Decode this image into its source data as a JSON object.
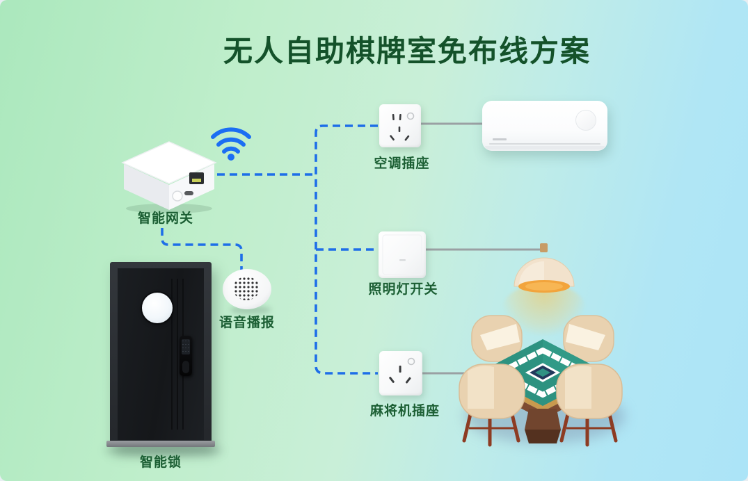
{
  "title": "无人自助棋牌室免布线方案",
  "nodes": {
    "gateway": {
      "label": "智能网关",
      "icon": "gateway-device"
    },
    "wifi": {
      "icon": "wifi-icon"
    },
    "voice": {
      "label": "语音播报",
      "icon": "speaker-device"
    },
    "lock": {
      "label": "智能锁",
      "icon": "door-with-smart-lock"
    },
    "ac_socket": {
      "label": "空调插座",
      "icon": "wall-socket-5hole"
    },
    "ac_unit": {
      "icon": "air-conditioner"
    },
    "light_switch": {
      "label": "照明灯开关",
      "icon": "wall-switch"
    },
    "lamp": {
      "icon": "pendant-lamp"
    },
    "mahjong_socket": {
      "label": "麻将机插座",
      "icon": "wall-socket-3hole"
    },
    "mahjong_table": {
      "icon": "mahjong-table-with-chairs"
    }
  },
  "connections": {
    "wireless_dashed": [
      "gateway - ac_socket",
      "gateway - light_switch",
      "gateway - mahjong_socket",
      "gateway - voice"
    ],
    "wired_solid": [
      "ac_socket - ac_unit",
      "light_switch - lamp",
      "mahjong_socket - mahjong_table"
    ]
  },
  "colors": {
    "title_text": "#14522a",
    "label_text": "#1b5e33",
    "dashed_line": "#1e6ee8",
    "wired_line": "#9aa0a3",
    "wifi_icon": "#1b6ef3",
    "background_green": "#abe8bd",
    "background_blue": "#ace4f7"
  }
}
